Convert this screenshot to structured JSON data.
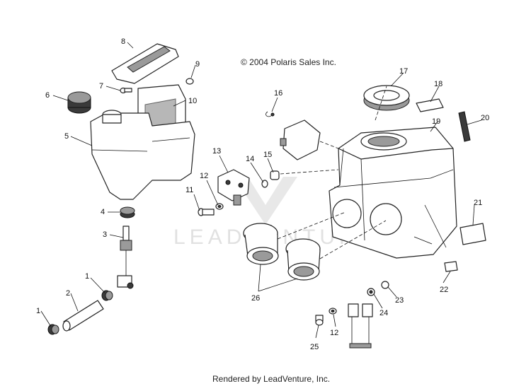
{
  "copyright": "© 2004 Polaris Sales Inc.",
  "rendered_by": "Rendered by LeadVenture, Inc.",
  "watermark": "LEADVENTURE",
  "callouts": [
    {
      "id": "c1a",
      "label": "1"
    },
    {
      "id": "c1b",
      "label": "1"
    },
    {
      "id": "c2",
      "label": "2"
    },
    {
      "id": "c3",
      "label": "3"
    },
    {
      "id": "c4",
      "label": "4"
    },
    {
      "id": "c5",
      "label": "5"
    },
    {
      "id": "c6",
      "label": "6"
    },
    {
      "id": "c7",
      "label": "7"
    },
    {
      "id": "c8",
      "label": "8"
    },
    {
      "id": "c9",
      "label": "9"
    },
    {
      "id": "c10",
      "label": "10"
    },
    {
      "id": "c11",
      "label": "11"
    },
    {
      "id": "c12a",
      "label": "12"
    },
    {
      "id": "c12b",
      "label": "12"
    },
    {
      "id": "c13",
      "label": "13"
    },
    {
      "id": "c14",
      "label": "14"
    },
    {
      "id": "c15",
      "label": "15"
    },
    {
      "id": "c16",
      "label": "16"
    },
    {
      "id": "c17",
      "label": "17"
    },
    {
      "id": "c18",
      "label": "18"
    },
    {
      "id": "c19",
      "label": "19"
    },
    {
      "id": "c20",
      "label": "20"
    },
    {
      "id": "c21",
      "label": "21"
    },
    {
      "id": "c22",
      "label": "22"
    },
    {
      "id": "c23",
      "label": "23"
    },
    {
      "id": "c24",
      "label": "24"
    },
    {
      "id": "c25",
      "label": "25"
    },
    {
      "id": "c26",
      "label": "26"
    }
  ]
}
